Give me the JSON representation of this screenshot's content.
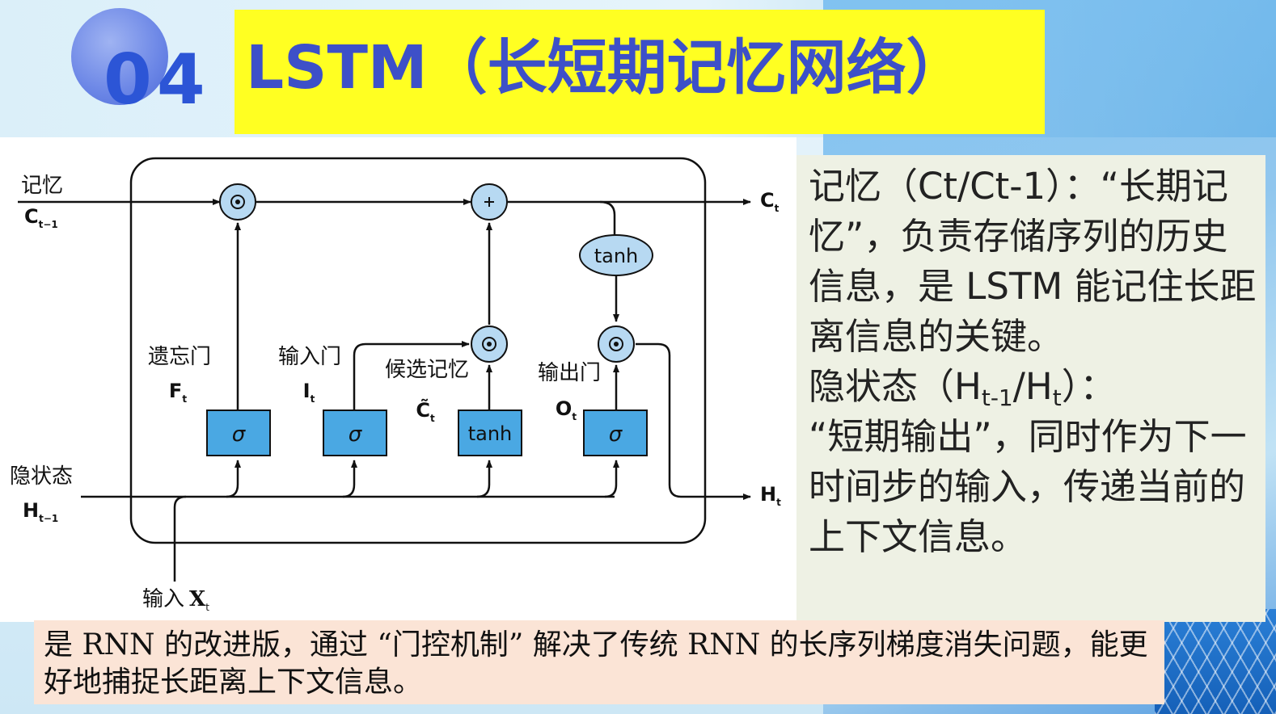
{
  "header": {
    "section_number": "04",
    "title": "LSTM（长短期记忆网络）"
  },
  "diagram": {
    "inputs": {
      "memory_label": "记忆",
      "memory_var": "C",
      "memory_sub": "t−1",
      "hidden_label": "隐状态",
      "hidden_var": "H",
      "hidden_sub": "t−1",
      "input_label": "输入",
      "input_var": "X",
      "input_sub": "t"
    },
    "outputs": {
      "memory_var": "C",
      "memory_sub": "t",
      "hidden_var": "H",
      "hidden_sub": "t"
    },
    "gates": [
      {
        "name": "遗忘门",
        "var": "F",
        "sub": "t",
        "box": "σ"
      },
      {
        "name": "输入门",
        "var": "I",
        "sub": "t",
        "box": "σ"
      },
      {
        "name": "候选记忆",
        "var": "C̃",
        "sub": "t",
        "box": "tanh"
      },
      {
        "name": "输出门",
        "var": "O",
        "sub": "t",
        "box": "σ"
      }
    ],
    "ops": {
      "multiply": "⊙",
      "add": "+",
      "tanh": "tanh"
    },
    "colors": {
      "node_fill": "#b7d9f2",
      "box_fill": "#4aa8e3",
      "stroke": "#111111"
    }
  },
  "side_panel": {
    "memory_text": "记忆（Ct/Ct-1）：“长期记忆”，负责存储序列的历史信息，是 LSTM 能记住长距离信息的关键。",
    "hidden_head": "隐状态（H",
    "hidden_sub1": "t-1",
    "hidden_slash": "/H",
    "hidden_sub2": "t",
    "hidden_tail": "）：",
    "hidden_text": "“短期输出”，同时作为下一时间步的输入，传递当前的上下文信息。"
  },
  "footer": {
    "text": "是 RNN 的改进版，通过 “门控机制” 解决了传统 RNN 的长序列梯度消失问题，能更好地捕捉长距离上下文信息。"
  }
}
